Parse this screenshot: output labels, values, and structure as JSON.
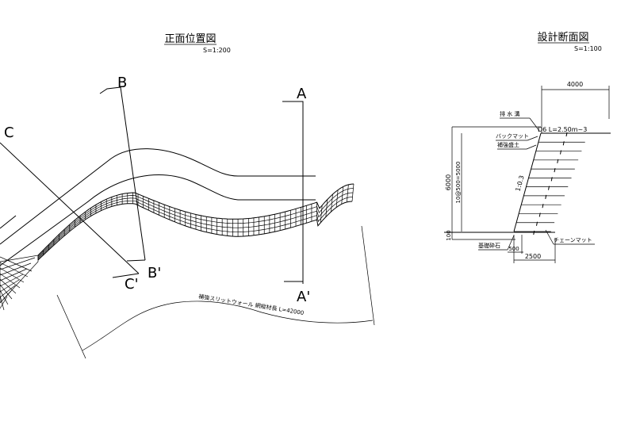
{
  "front_view": {
    "title": "正面位置図",
    "scale": "S=1:200",
    "section_labels": {
      "a": "A",
      "a_prime": "A'",
      "b": "B",
      "b_prime": "B'",
      "c": "C",
      "c_prime": "C'"
    },
    "length_annotation": "補強スリットウォール 網縦材長 L=42000"
  },
  "section_view": {
    "title": "設計断面図",
    "scale": "S=1:100",
    "dim_top": "4000",
    "dim_height": "6000",
    "dim_pitch": "10@500=5000",
    "dim_base_left": "100",
    "dim_base_mid": "500",
    "dim_base_right": "2500",
    "slope": "1:0.3",
    "labels": {
      "drainage": "排 水 溝",
      "anchor": "D6 L=2.50m~3",
      "back_mat": "バックマット",
      "reinforcing": "補強盛土",
      "chain_mat": "チェーンマット",
      "foundation": "基礎砕石"
    }
  }
}
